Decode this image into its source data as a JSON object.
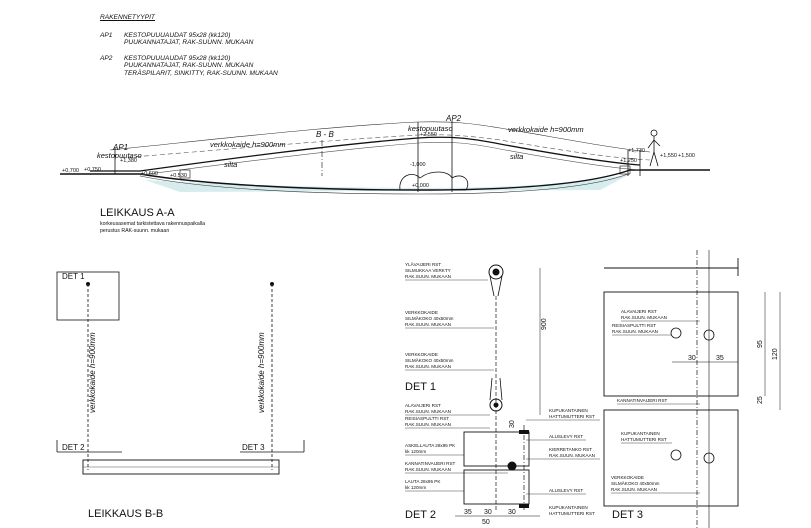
{
  "legend": {
    "title": "RAKENNETYYPIT",
    "items": [
      {
        "code": "AP1",
        "lines": [
          "KESTOPUUUAUDAT 95x28 (kk120)",
          "PUUKANNATAJAT, RAK-SUUNN. MUKAAN"
        ]
      },
      {
        "code": "AP2",
        "lines": [
          "KESTOPUUUAUDAT 95x28 (kk120)",
          "PUUKANNATAJAT, RAK-SUUNN. MUKAAN",
          "TERÄSPILARIT, SINKITTY, RAK-SUUNN. MUKAAN"
        ]
      }
    ]
  },
  "section_aa": {
    "title": "LEIKKAUS  A-A",
    "notes": [
      "korkeusasemat tarkistettava rakennuspaikalla",
      "perustus RAK-suunn. mukaan"
    ],
    "labels": {
      "ap1": "AP1",
      "ap1_sub": "kestopuutaso",
      "ap2": "AP2",
      "ap2_sub": "kestopuutaso",
      "rail_left": "verkkokaide h=900mm",
      "rail_right": "verkkokaide h=900mm",
      "cut_bb": "B - B",
      "silta_left": "silta",
      "silta_right": "silta"
    },
    "levels": [
      "+0,700",
      "+0,750",
      "+0,600",
      "+0,530",
      "-1,000",
      "+0,000",
      "+2,550",
      "+1,730",
      "+1,550",
      "+1,500",
      "+1,380",
      "+1,250"
    ]
  },
  "section_bb": {
    "title": "LEIKKAUS  B-B",
    "det_labels": [
      "DET 1",
      "DET 2",
      "DET 3"
    ],
    "rail_labels": [
      "verkkokaide h=900mm",
      "verkkokaide h=900mm"
    ]
  },
  "det1": {
    "title": "DET 1",
    "notes": [
      {
        "lines": [
          "YLÄVAIJERI RST",
          "SILMUKKAA VERKTY",
          "RAK.SUUN. MUKAAN"
        ]
      },
      {
        "lines": [
          "VERKKOKAIDE",
          "SILMÄKOKO 40x50mm",
          "RAK.SUUN. MUKAAN"
        ]
      },
      {
        "lines": [
          "VERKKOKAIDE",
          "SILMÄKOKO 40x50mm",
          "RAK.SUUN. MUKAAN"
        ]
      }
    ],
    "dim": "900"
  },
  "det2": {
    "title": "DET 2",
    "notes_left": [
      {
        "lines": [
          "ALAVAIJERI RST",
          "RAK.SUUN. MUKAAN"
        ]
      },
      {
        "lines": [
          "REISIASPULTTI RST",
          "RAK.SUUN. MUKAAN"
        ]
      },
      {
        "lines": [
          "ASKELLAUTA 28x95 PK",
          "kk 120mm"
        ]
      },
      {
        "lines": [
          "KANNATINVAIJERI RST",
          "RAK.SUUN. MUKAAN"
        ]
      },
      {
        "lines": [
          "LAUTA 28x95 PK",
          "kk 120mm"
        ]
      }
    ],
    "notes_right": [
      {
        "lines": [
          "KUPUKANTAINEN",
          "HATTUMUTTERI RST"
        ]
      },
      {
        "lines": [
          "ALUSLEVY RST"
        ]
      },
      {
        "lines": [
          "KIERRETANKO RST",
          "RAK.SUUN. MUKAAN"
        ]
      },
      {
        "lines": [
          "ALUSLEVY RST"
        ]
      },
      {
        "lines": [
          "KUPUKANTAINEN",
          "HATTUMUTTERI RST"
        ]
      }
    ],
    "dims": [
      "30",
      "35",
      "30",
      "30",
      "50"
    ]
  },
  "det3": {
    "title": "DET 3",
    "notes": [
      {
        "lines": [
          "ALAVAIJERI RST",
          "RAK.SUUN. MUKAAN"
        ]
      },
      {
        "lines": [
          "REISIASPULTTI RST",
          "RAK.SUUN. MUKAAN"
        ]
      },
      {
        "lines": [
          "KANNATINVAIJERI RST"
        ]
      },
      {
        "lines": [
          "KUPUKANTAINEN",
          "HATTUMUTTERI RST"
        ]
      },
      {
        "lines": [
          "VERKKOKAIDE",
          "SILMÄKOKO 40x50mm",
          "RAK.SUUN. MUKAAN"
        ]
      }
    ],
    "dims": [
      "95",
      "120",
      "25",
      "30",
      "35"
    ]
  }
}
